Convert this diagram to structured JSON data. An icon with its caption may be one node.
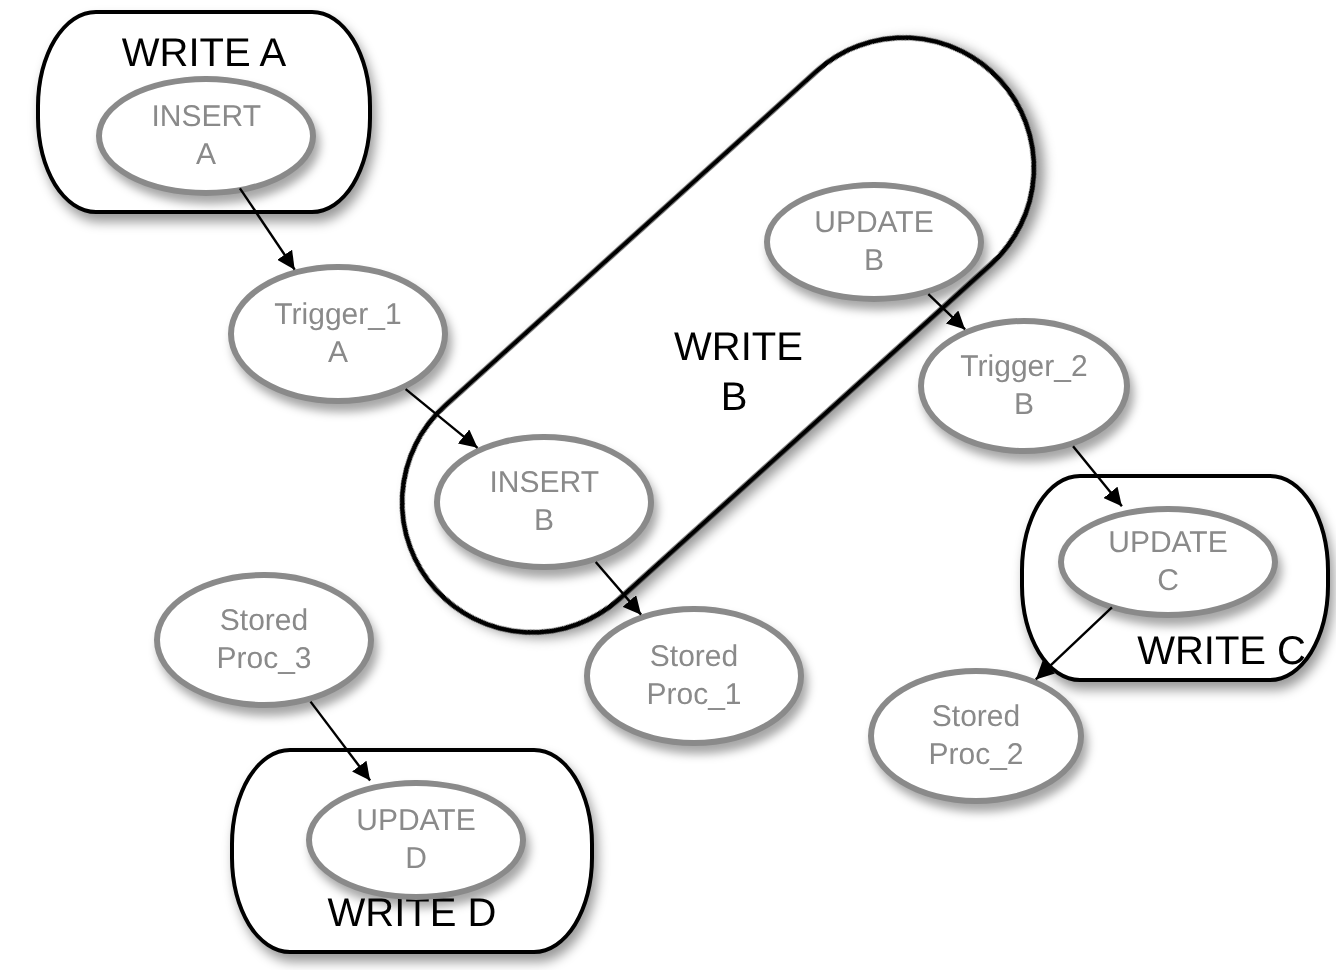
{
  "diagram": {
    "nodes": [
      {
        "text": [
          "WRITE A"
        ]
      },
      {
        "text": [
          "INSERT A"
        ],
        "in": 0
      },
      {
        "text": [
          "Trigger_1 A"
        ]
      },
      {
        "text": [
          "WRITE B"
        ]
      },
      {
        "text": [
          "UPDATE B"
        ],
        "in": 3
      },
      {
        "text": [
          "INSERT B"
        ],
        "in": 3
      },
      {
        "text": [
          "Trigger_2 B"
        ]
      },
      {
        "text": [
          "WRITE C"
        ]
      },
      {
        "text": [
          "UPDATE C"
        ],
        "in": 7
      },
      {
        "text": [
          "Stored Proc_3"
        ]
      },
      {
        "text": [
          "Stored Proc_1"
        ]
      },
      {
        "text": [
          "Stored Proc_2"
        ]
      },
      {
        "text": [
          "WRITE D"
        ]
      },
      {
        "text": [
          "UPDATE D"
        ],
        "in": 12
      }
    ],
    "edges": [
      {
        "from": 1,
        "to": 2,
        "arrow": "to"
      },
      {
        "from": 2,
        "to": 5,
        "arrow": "to"
      },
      {
        "from": 4,
        "to": 6,
        "arrow": "to"
      },
      {
        "from": 6,
        "to": 8,
        "arrow": "to"
      },
      {
        "from": 5,
        "to": 10,
        "arrow": "to"
      },
      {
        "from": 8,
        "to": 11,
        "arrow": "to"
      },
      {
        "from": 9,
        "to": 13,
        "arrow": "to"
      }
    ]
  }
}
